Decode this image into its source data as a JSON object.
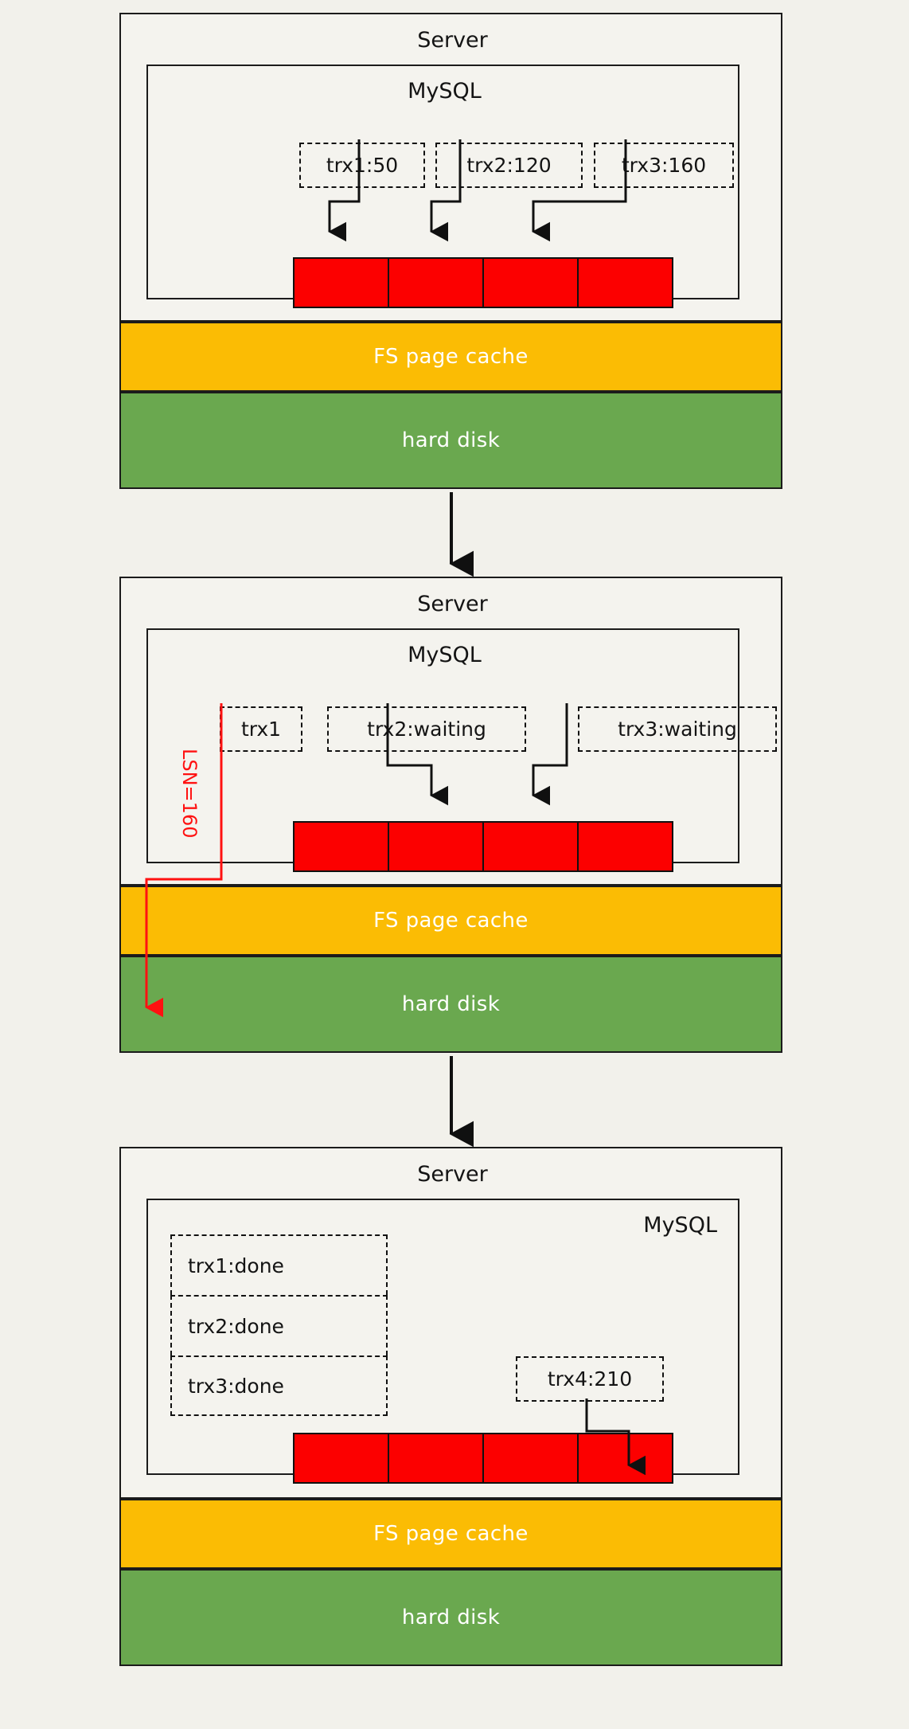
{
  "meta": {
    "background_color": "#f2f1eb",
    "panel_fill": "#f4f3ee",
    "stroke_color": "#1b1b1b",
    "cache_color": "#fbbc04",
    "disk_color": "#6aa84f",
    "log_color": "#fc0000",
    "lsn_color": "#ff1111"
  },
  "labels": {
    "server": "Server",
    "mysql": "MySQL",
    "fs_page_cache": "FS page cache",
    "hard_disk": "hard disk"
  },
  "stages": [
    {
      "id": "stage-1",
      "server": "Server",
      "mysql": "MySQL",
      "transactions": [
        {
          "name": "trx1:50"
        },
        {
          "name": "trx2:120"
        },
        {
          "name": "trx3:160"
        }
      ],
      "log_cells": 4,
      "fs_page_cache": "FS page cache",
      "hard_disk": "hard disk"
    },
    {
      "id": "stage-2",
      "server": "Server",
      "mysql": "MySQL",
      "transactions": [
        {
          "name": "trx1"
        },
        {
          "name": "trx2:waiting"
        },
        {
          "name": "trx3:waiting"
        }
      ],
      "lsn_note": "LSN=160",
      "log_cells": 4,
      "fs_page_cache": "FS page cache",
      "hard_disk": "hard disk"
    },
    {
      "id": "stage-3",
      "server": "Server",
      "mysql": "MySQL",
      "done_transactions": [
        {
          "name": "trx1:done"
        },
        {
          "name": "trx2:done"
        },
        {
          "name": "trx3:done"
        }
      ],
      "transactions": [
        {
          "name": "trx4:210"
        }
      ],
      "log_cells": 4,
      "fs_page_cache": "FS page cache",
      "hard_disk": "hard disk"
    }
  ]
}
